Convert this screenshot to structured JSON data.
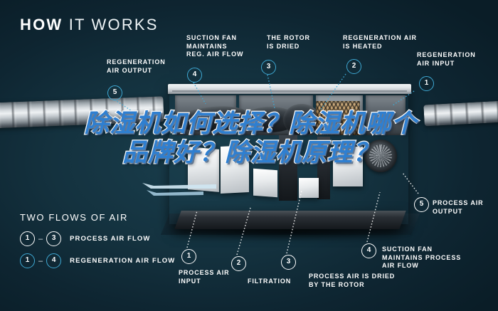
{
  "title": {
    "bold_part": "HOW",
    "light_part": "IT WORKS"
  },
  "colors": {
    "background_dark": "#0d2430",
    "background_mid": "#1a3f4e",
    "accent_blue": "#3fa9d4",
    "overlay_text_blue": "#2f7fd0",
    "marker_white": "#ffffff"
  },
  "overlay_headline": "除湿机如何选择？除湿机哪个品牌好？除湿机原理？",
  "callouts": {
    "regeneration_air_output": {
      "number": "5",
      "label": "REGENERATION\nAIR OUTPUT",
      "flow": "regeneration"
    },
    "suction_fan_reg": {
      "number": "4",
      "label": "SUCTION FAN\nMAINTAINS\nREG. AIR FLOW",
      "flow": "regeneration"
    },
    "rotor_is_dried": {
      "number": "3",
      "label": "THE ROTOR\nIS DRIED",
      "flow": "regeneration"
    },
    "regeneration_air_heated": {
      "number": "2",
      "label": "REGENERATION AIR\nIS HEATED",
      "flow": "regeneration"
    },
    "regeneration_air_input": {
      "number": "1",
      "label": "REGENERATION\nAIR INPUT",
      "flow": "regeneration"
    },
    "process_air_output": {
      "number": "5",
      "label": "PROCESS AIR\nOUTPUT",
      "flow": "process"
    },
    "suction_fan_process": {
      "number": "4",
      "label": "SUCTION FAN\nMAINTAINS PROCESS\nAIR FLOW",
      "flow": "process"
    },
    "process_air_dried": {
      "number": "3",
      "label": "PROCESS AIR IS DRIED\nBY THE ROTOR",
      "flow": "process"
    },
    "filtration": {
      "number": "2",
      "label": "FILTRATION",
      "flow": "process"
    },
    "process_air_input": {
      "number": "1",
      "label": "PROCESS AIR\nINPUT",
      "flow": "process"
    }
  },
  "legend": {
    "title": "TWO FLOWS OF AIR",
    "rows": [
      {
        "from": "1",
        "dash": "–",
        "to": "3",
        "label": "PROCESS AIR FLOW",
        "style": "white"
      },
      {
        "from": "1",
        "dash": "–",
        "to": "4",
        "label": "REGENERATION AIR FLOW",
        "style": "blue"
      }
    ]
  }
}
